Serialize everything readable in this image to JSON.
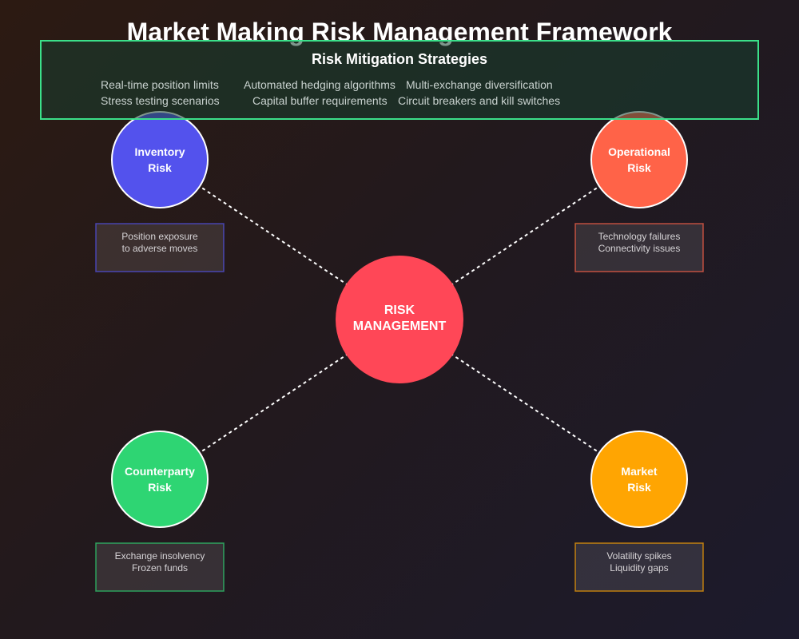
{
  "title": "Market Making Risk Management Framework",
  "mitigation": {
    "heading": "Risk Mitigation Strategies",
    "items": [
      "Real-time position limits",
      "Automated hedging algorithms",
      "Multi-exchange diversification",
      "Stress testing scenarios",
      "Capital buffer requirements",
      "Circuit breakers and kill switches"
    ]
  },
  "center": {
    "line1": "RISK",
    "line2": "MANAGEMENT",
    "color": "#ff4757"
  },
  "risks": [
    {
      "line1": "Inventory",
      "line2": "Risk",
      "desc1": "Position exposure",
      "desc2": "to adverse moves",
      "color": "#5352ed"
    },
    {
      "line1": "Operational",
      "line2": "Risk",
      "desc1": "Technology failures",
      "desc2": "Connectivity issues",
      "color": "#ff6348"
    },
    {
      "line1": "Counterparty",
      "line2": "Risk",
      "desc1": "Exchange insolvency",
      "desc2": "Frozen funds",
      "color": "#2ed573"
    },
    {
      "line1": "Market",
      "line2": "Risk",
      "desc1": "Volatility spikes",
      "desc2": "Liquidity gaps",
      "color": "#ffa502"
    }
  ]
}
